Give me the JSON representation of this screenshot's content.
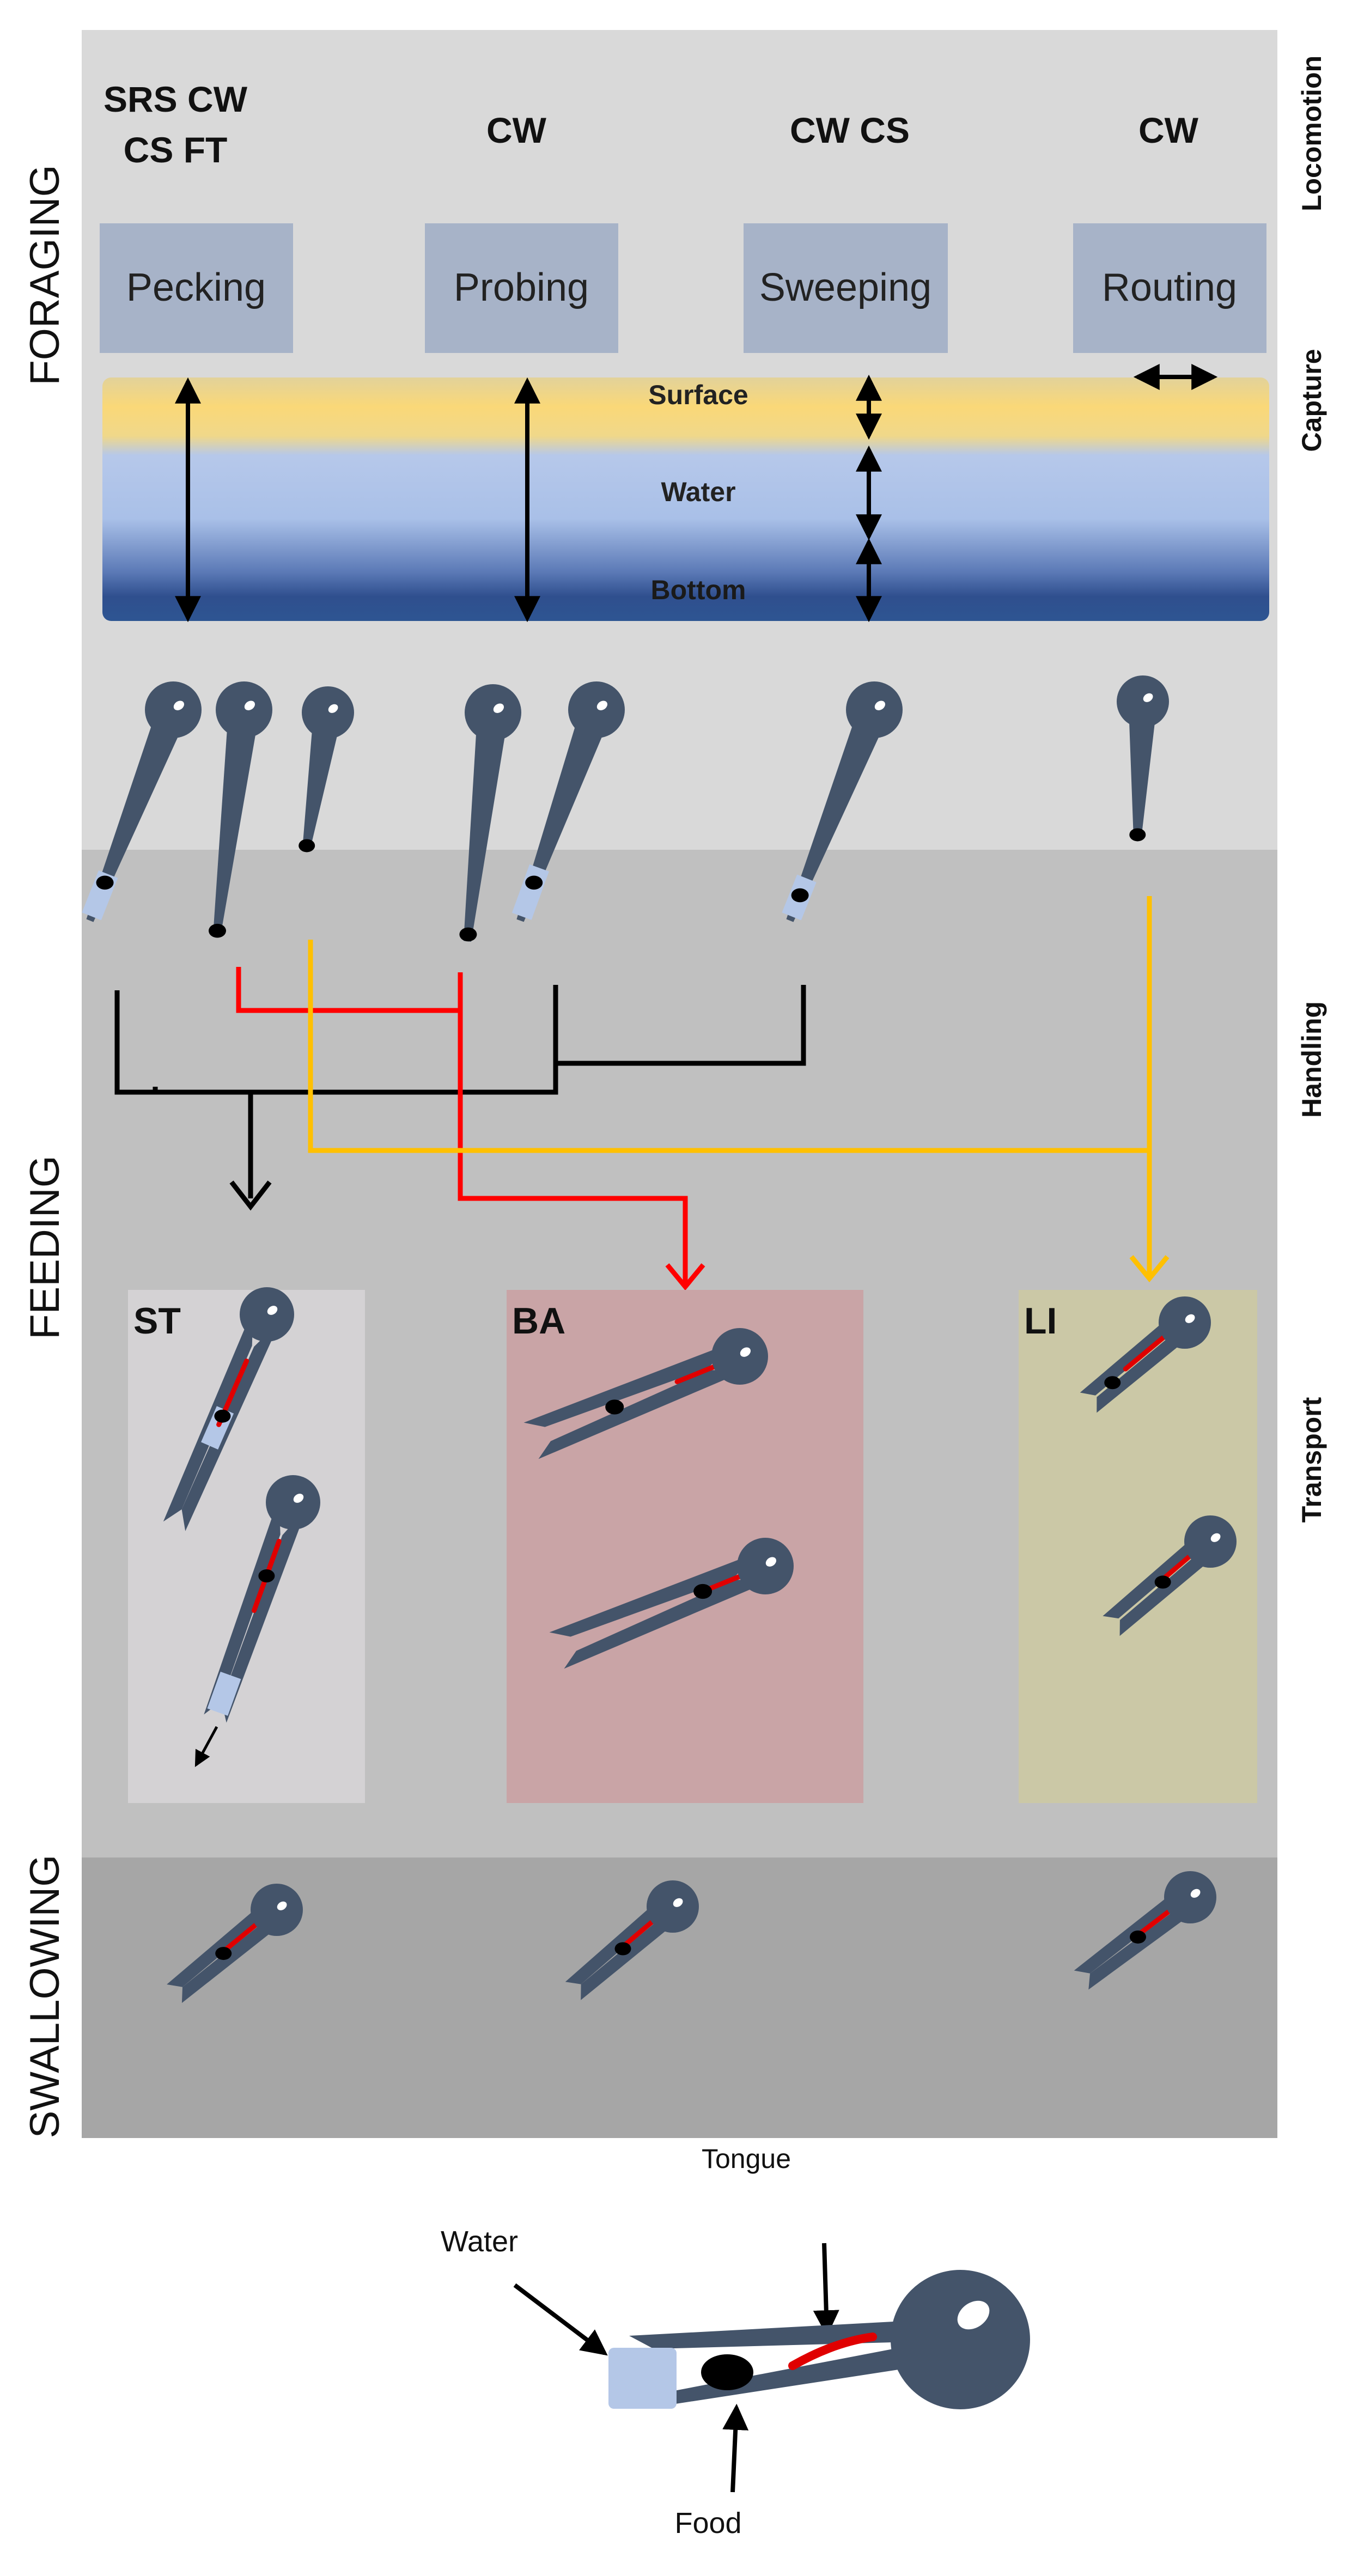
{
  "stages": {
    "foraging": "FORAGING",
    "feeding": "FEEDING",
    "swallowing": "SWALLOWING"
  },
  "phases": {
    "locomotion": "Locomotion",
    "capture": "Capture",
    "handling": "Handling",
    "transport": "Transport"
  },
  "locomotion_codes": {
    "pecking_line1": "SRS CW",
    "pecking_line2": "CS FT",
    "probing": "CW",
    "sweeping": "CW CS",
    "routing": "CW"
  },
  "foraging_modes": {
    "pecking": "Pecking",
    "probing": "Probing",
    "sweeping": "Sweeping",
    "routing": "Routing"
  },
  "water_layers": {
    "surface": "Surface",
    "water": "Water",
    "bottom": "Bottom"
  },
  "transport_mechanisms": {
    "st": "ST",
    "ba": "BA",
    "li": "LI"
  },
  "legend": {
    "tongue": "Tongue",
    "water": "Water",
    "food": "Food"
  },
  "colors": {
    "panel_light": "#d9d9d9",
    "panel_mid": "#c0c0c0",
    "panel_dark": "#a6a6a6",
    "mode_box": "#a7b3c8",
    "bill": "#44546a",
    "tongue": "#e00000",
    "water_patch": "#b4c7e7",
    "arrow_black": "#000000",
    "arrow_red": "#ff0000",
    "arrow_yellow": "#ffc000",
    "st_box": "#d4d2d4",
    "ba_box": "#c9a4a6",
    "li_box": "#cbc8a6"
  }
}
